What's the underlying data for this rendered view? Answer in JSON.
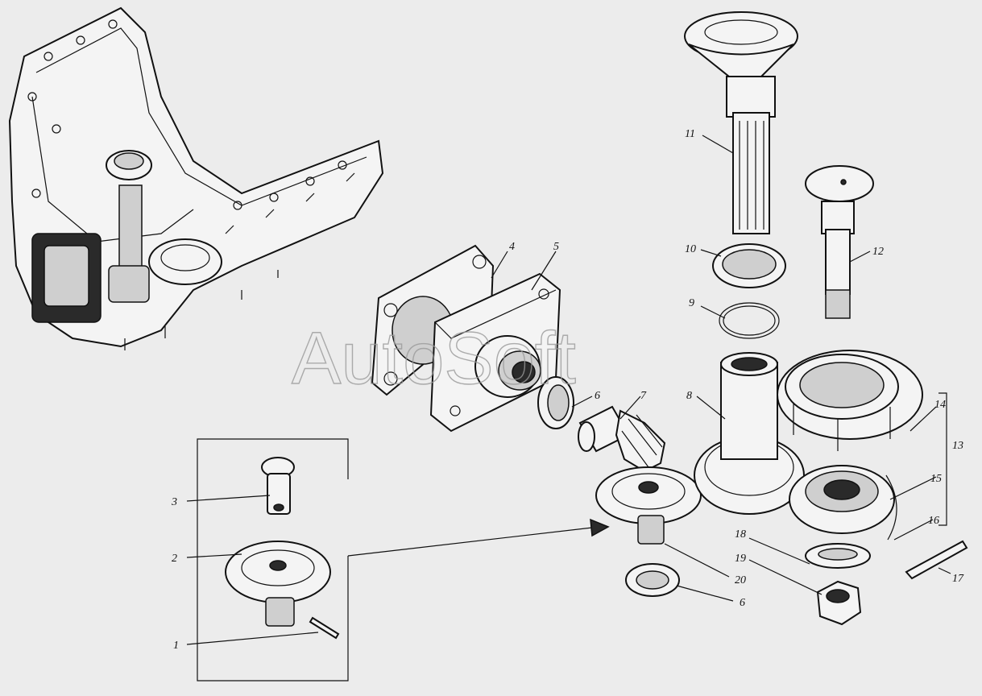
{
  "watermark": "AutoSoft",
  "labels": {
    "l1": "1",
    "l2": "2",
    "l3": "3",
    "l4": "4",
    "l5": "5",
    "l6a": "6",
    "l6b": "6",
    "l7": "7",
    "l8": "8",
    "l9": "9",
    "l10": "10",
    "l11": "11",
    "l12": "12",
    "l13": "13",
    "l14": "14",
    "l15": "15",
    "l16": "16",
    "l17": "17",
    "l18": "18",
    "l19": "19",
    "l20": "20"
  }
}
